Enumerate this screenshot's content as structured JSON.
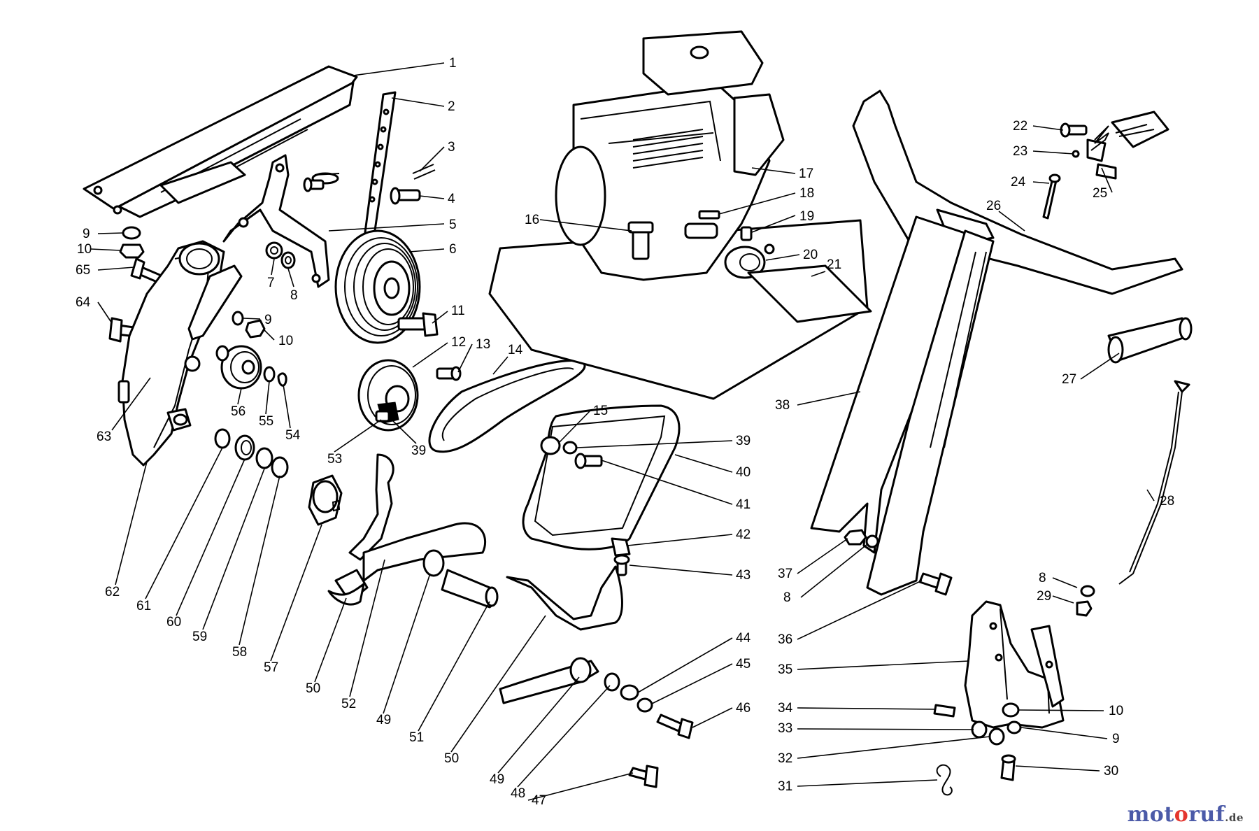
{
  "labels": [
    {
      "text": "1"
    },
    {
      "text": "2"
    },
    {
      "text": "3"
    },
    {
      "text": "4"
    },
    {
      "text": "5"
    },
    {
      "text": "6"
    },
    {
      "text": "7"
    },
    {
      "text": "8"
    },
    {
      "text": "9"
    },
    {
      "text": "10"
    },
    {
      "text": "65"
    },
    {
      "text": "64"
    },
    {
      "text": "9"
    },
    {
      "text": "10"
    },
    {
      "text": "11"
    },
    {
      "text": "12"
    },
    {
      "text": "13"
    },
    {
      "text": "14"
    },
    {
      "text": "15"
    },
    {
      "text": "16"
    },
    {
      "text": "17"
    },
    {
      "text": "18"
    },
    {
      "text": "19"
    },
    {
      "text": "20"
    },
    {
      "text": "21"
    },
    {
      "text": "22"
    },
    {
      "text": "23"
    },
    {
      "text": "24"
    },
    {
      "text": "25"
    },
    {
      "text": "26"
    },
    {
      "text": "27"
    },
    {
      "text": "28"
    },
    {
      "text": "8"
    },
    {
      "text": "29"
    },
    {
      "text": "38"
    },
    {
      "text": "37"
    },
    {
      "text": "8"
    },
    {
      "text": "36"
    },
    {
      "text": "35"
    },
    {
      "text": "34"
    },
    {
      "text": "33"
    },
    {
      "text": "32"
    },
    {
      "text": "31"
    },
    {
      "text": "10"
    },
    {
      "text": "9"
    },
    {
      "text": "30"
    },
    {
      "text": "39"
    },
    {
      "text": "40"
    },
    {
      "text": "41"
    },
    {
      "text": "42"
    },
    {
      "text": "43"
    },
    {
      "text": "44"
    },
    {
      "text": "45"
    },
    {
      "text": "46"
    },
    {
      "text": "47"
    },
    {
      "text": "48"
    },
    {
      "text": "49"
    },
    {
      "text": "50"
    },
    {
      "text": "51"
    },
    {
      "text": "49"
    },
    {
      "text": "52"
    },
    {
      "text": "50"
    },
    {
      "text": "57"
    },
    {
      "text": "58"
    },
    {
      "text": "59"
    },
    {
      "text": "60"
    },
    {
      "text": "61"
    },
    {
      "text": "62"
    },
    {
      "text": "63"
    },
    {
      "text": "53"
    },
    {
      "text": "39"
    },
    {
      "text": "56"
    },
    {
      "text": "55"
    },
    {
      "text": "54"
    }
  ],
  "watermark": {
    "brand_start": "mot",
    "o1": "o",
    "mid": "ruf",
    "tld": ".de"
  }
}
